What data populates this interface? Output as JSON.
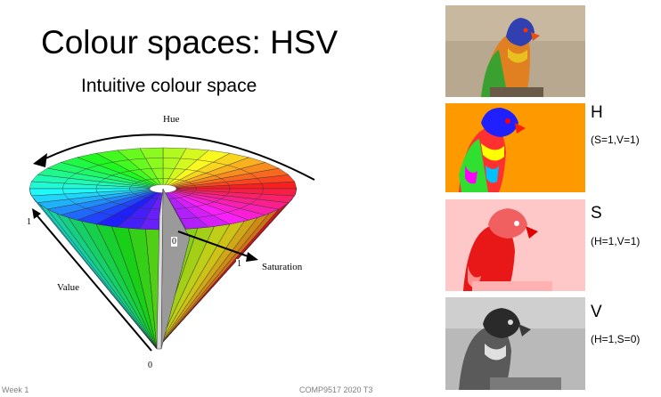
{
  "slide": {
    "title": "Colour spaces: HSV",
    "subtitle": "Intuitive colour space",
    "footer_left": "Week 1",
    "footer_center": "COMP9517 2020 T3"
  },
  "cone": {
    "hue_label": "Hue",
    "value_label": "Value",
    "saturation_label": "Saturation",
    "value_top": "1",
    "value_bottom": "0",
    "center_zero": "0",
    "saturation_one": "1"
  },
  "panels": [
    {
      "letter": "",
      "params": "",
      "image": "original parrot photo"
    },
    {
      "letter": "H",
      "params": "(S=1,V=1)",
      "image": "hue channel image"
    },
    {
      "letter": "S",
      "params": "(H=1,V=1)",
      "image": "saturation channel image"
    },
    {
      "letter": "V",
      "params": "(H=1,S=0)",
      "image": "value channel image"
    }
  ],
  "colors": {
    "orange_bg": "#ff9900",
    "pink_bg": "#ffc8c8",
    "gray_bg": "#b9b9b9",
    "photo_bg": "#b8a890"
  }
}
